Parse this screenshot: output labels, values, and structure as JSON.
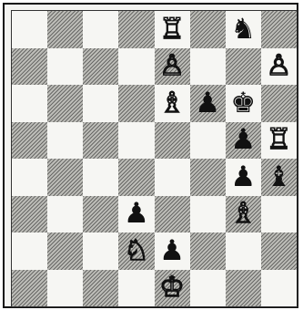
{
  "board": {
    "files": 8,
    "ranks": 8,
    "light_color": "#f6f6f3",
    "dark_color": "#bdbdb8",
    "pieces": [
      {
        "square": "e8",
        "type": "rook",
        "color": "white",
        "glyph": "♖",
        "name": "white-rook-e8-icon"
      },
      {
        "square": "g8",
        "type": "knight",
        "color": "black",
        "glyph": "♞",
        "name": "black-knight-g8-icon"
      },
      {
        "square": "e7",
        "type": "pawn",
        "color": "white",
        "glyph": "♙",
        "name": "white-pawn-e7-icon"
      },
      {
        "square": "h7",
        "type": "pawn",
        "color": "white",
        "glyph": "♙",
        "name": "white-pawn-h7-icon"
      },
      {
        "square": "e6",
        "type": "bishop",
        "color": "white",
        "glyph": "♗",
        "name": "white-bishop-e6-icon"
      },
      {
        "square": "f6",
        "type": "pawn",
        "color": "black",
        "glyph": "♟",
        "name": "black-pawn-f6-icon"
      },
      {
        "square": "g6",
        "type": "king",
        "color": "black",
        "glyph": "♚",
        "name": "black-king-g6-icon"
      },
      {
        "square": "g5",
        "type": "pawn",
        "color": "black",
        "glyph": "♟",
        "name": "black-pawn-g5-icon"
      },
      {
        "square": "h5",
        "type": "rook",
        "color": "white",
        "glyph": "♖",
        "name": "white-rook-h5-icon"
      },
      {
        "square": "g4",
        "type": "pawn",
        "color": "black",
        "glyph": "♟",
        "name": "black-pawn-g4-icon"
      },
      {
        "square": "h4",
        "type": "bishop",
        "color": "black",
        "glyph": "♝",
        "name": "black-bishop-h4-icon"
      },
      {
        "square": "d3",
        "type": "pawn",
        "color": "black",
        "glyph": "♟",
        "name": "black-pawn-d3-icon"
      },
      {
        "square": "g3",
        "type": "bishop",
        "color": "white",
        "glyph": "♗",
        "name": "white-bishop-g3-icon"
      },
      {
        "square": "d2",
        "type": "knight",
        "color": "white",
        "glyph": "♘",
        "name": "white-knight-d2-icon"
      },
      {
        "square": "e2",
        "type": "pawn",
        "color": "black",
        "glyph": "♟",
        "name": "black-pawn-e2-icon"
      },
      {
        "square": "e1",
        "type": "king",
        "color": "white",
        "glyph": "♔",
        "name": "white-king-e1-icon"
      }
    ]
  }
}
